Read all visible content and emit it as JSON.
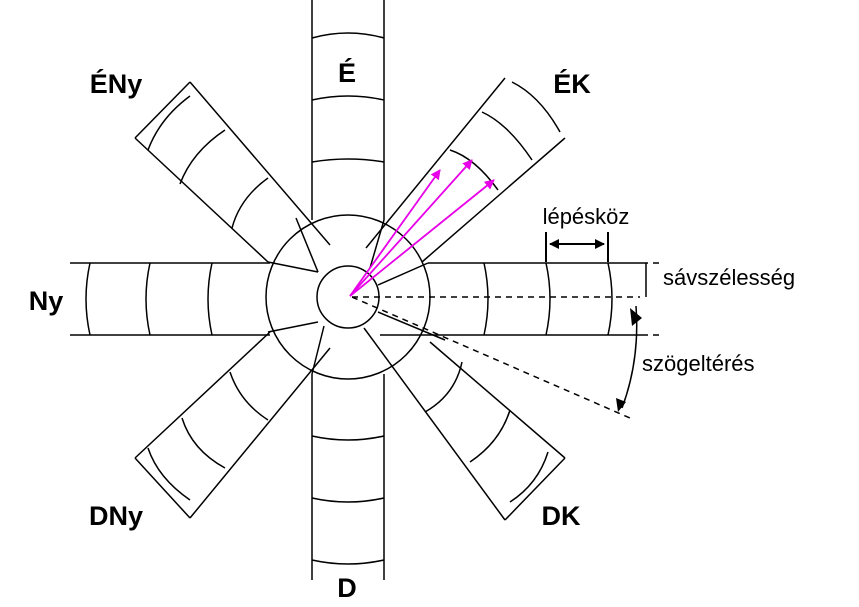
{
  "directions": {
    "north": "É",
    "northeast": "ÉK",
    "east_label_side": "",
    "southeast": "DK",
    "south": "D",
    "southwest": "DNy",
    "west": "Ny",
    "northwest": "ÉNy"
  },
  "annotations": {
    "step": "lépésköz",
    "bandwidth": "sávszélesség",
    "angle_tolerance": "szögeltérés"
  },
  "colors": {
    "line": "#000000",
    "arrow": "#e800e8",
    "background": "#ffffff"
  }
}
